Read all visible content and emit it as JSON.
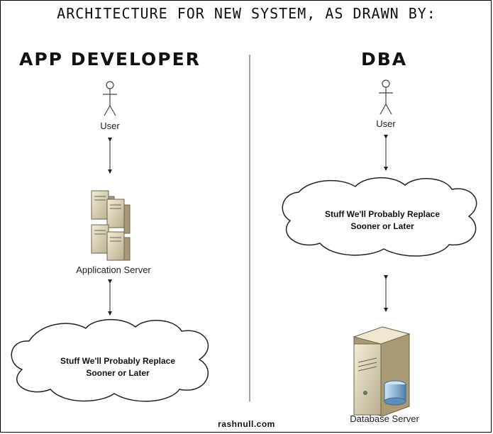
{
  "title": "Architecture for new system, as drawn by:",
  "footer": "rashnull.com",
  "left": {
    "heading": "APP DEVELOPER",
    "user_label": "User",
    "server_label": "Application Server",
    "cloud_line1": "Stuff We'll Probably Replace",
    "cloud_line2": "Sooner or Later"
  },
  "right": {
    "heading": "DBA",
    "user_label": "User",
    "cloud_line1": "Stuff We'll Probably Replace",
    "cloud_line2": "Sooner or Later",
    "server_label": "Database Server"
  }
}
